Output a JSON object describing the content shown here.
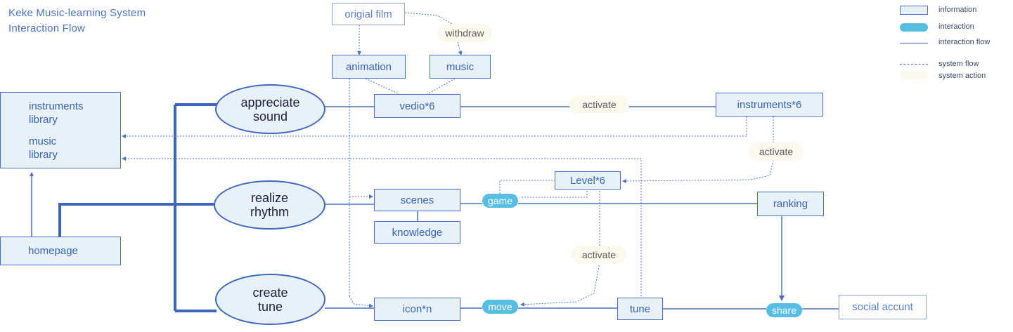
{
  "title": {
    "line1": "Keke Music-learning System",
    "line2": "Interaction Flow"
  },
  "legend": {
    "information": "information",
    "interaction": "interaction",
    "interaction_flow": "interaction flow",
    "system_flow": "system flow",
    "system_action": "system action"
  },
  "nodes": {
    "instruments_library": "instruments\nlibrary",
    "music_library": "music\nlibrary",
    "homepage": "homepage",
    "appreciate_sound": "appreciate\nsound",
    "realize_rhythm": "realize\nrhythm",
    "create_tune": "create\ntune",
    "origial_film": "origial film",
    "animation": "animation",
    "music": "music",
    "vedio": "vedio*6",
    "instruments6": "instruments*6",
    "level": "Level*6",
    "scenes": "scenes",
    "knowledge": "knowledge",
    "ranking": "ranking",
    "icon_n": "icon*n",
    "tune": "tune",
    "social": "social accunt"
  },
  "interactions": {
    "game": "game",
    "move": "move",
    "share": "share"
  },
  "actions": {
    "withdraw": "withdraw",
    "activate_1": "activate",
    "activate_2": "activate",
    "activate_3": "activate"
  },
  "colors": {
    "info_border": "#4a72c4",
    "info_fill": "#e8f1f8",
    "interaction": "#58bde3",
    "system_action": "#fbf8ee",
    "text": "#3563b6"
  }
}
